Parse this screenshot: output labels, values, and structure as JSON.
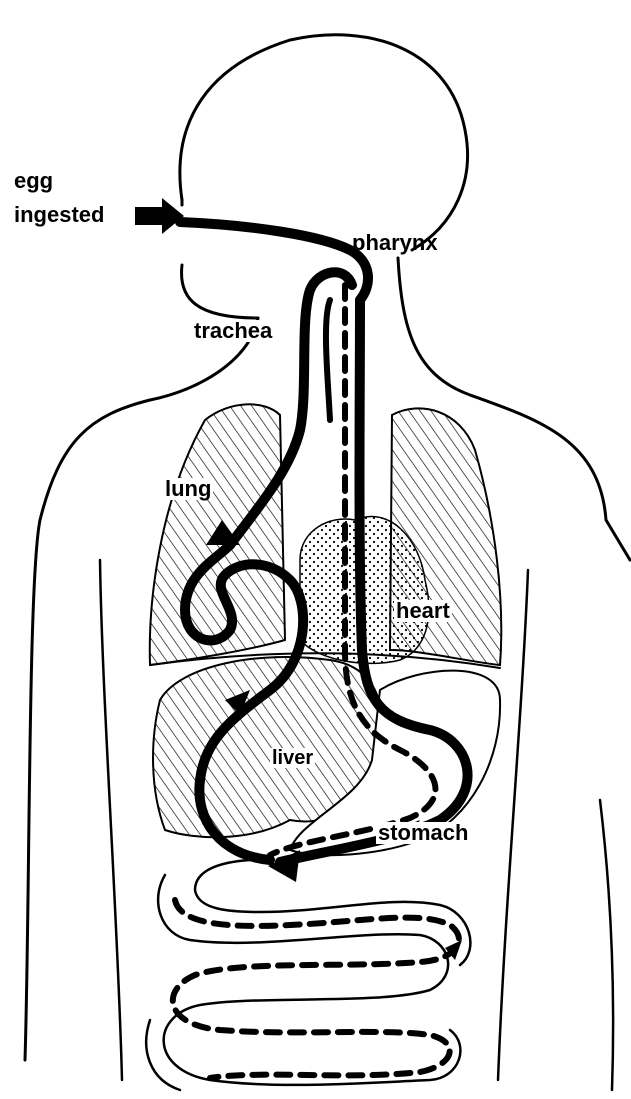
{
  "labels": {
    "egg": "egg",
    "ingested": "ingested",
    "pharynx": "pharynx",
    "trachea": "trachea",
    "lung": "lung",
    "heart": "heart",
    "liver": "liver",
    "stomach": "stomach"
  },
  "colors": {
    "ink": "#000000",
    "paper": "#ffffff"
  }
}
